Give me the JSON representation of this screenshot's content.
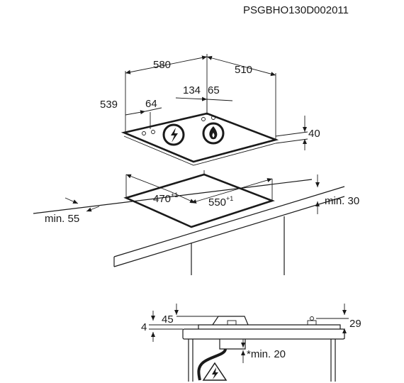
{
  "code": "PSGBHO130D002011",
  "top_view": {
    "width": "580",
    "depth": "510",
    "offset_left": "539",
    "offset_left_b": "64",
    "offset_right": "134",
    "offset_right_b": "65",
    "thickness": "40"
  },
  "cutout": {
    "depth_value": "470",
    "depth_tol": "+1",
    "width_value": "550",
    "width_tol": "+1",
    "front_margin": "min. 55",
    "rear_margin": "min. 30"
  },
  "section": {
    "left_height": "4",
    "top_margin": "45",
    "right_height": "29",
    "clearance": "*min. 20"
  }
}
